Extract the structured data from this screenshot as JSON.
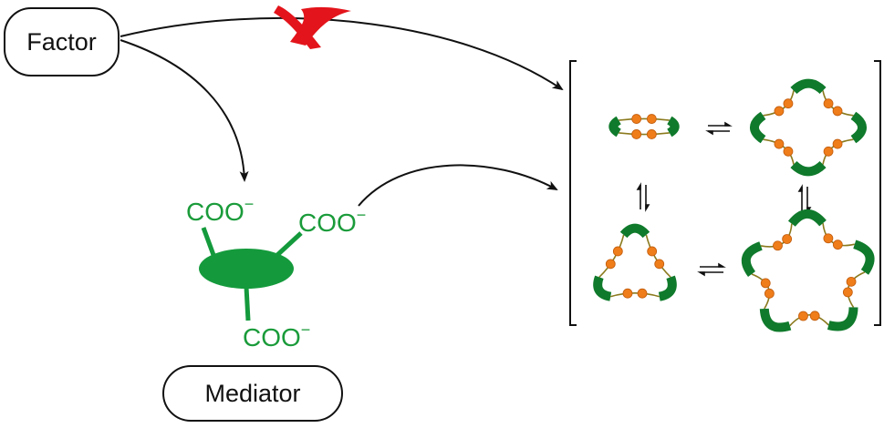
{
  "factor": {
    "label": "Factor"
  },
  "mediator": {
    "label": "Mediator"
  },
  "carboxylates": [
    {
      "text": "COO",
      "charge": "−"
    },
    {
      "text": "COO",
      "charge": "−"
    },
    {
      "text": "COO",
      "charge": "−"
    }
  ],
  "colors": {
    "arrow": "#111111",
    "blocked_mark": "#e3141b",
    "mediator_green": "#149a3c",
    "macrocycle_green": "#0f7a2b",
    "bead_orange": "#ef7d1a",
    "linker_olive": "#8b7a1e"
  },
  "equilibrium": {
    "species": [
      "dimer",
      "tetramer",
      "trimer",
      "pentamer"
    ],
    "arrow_symbol": "⇌"
  }
}
